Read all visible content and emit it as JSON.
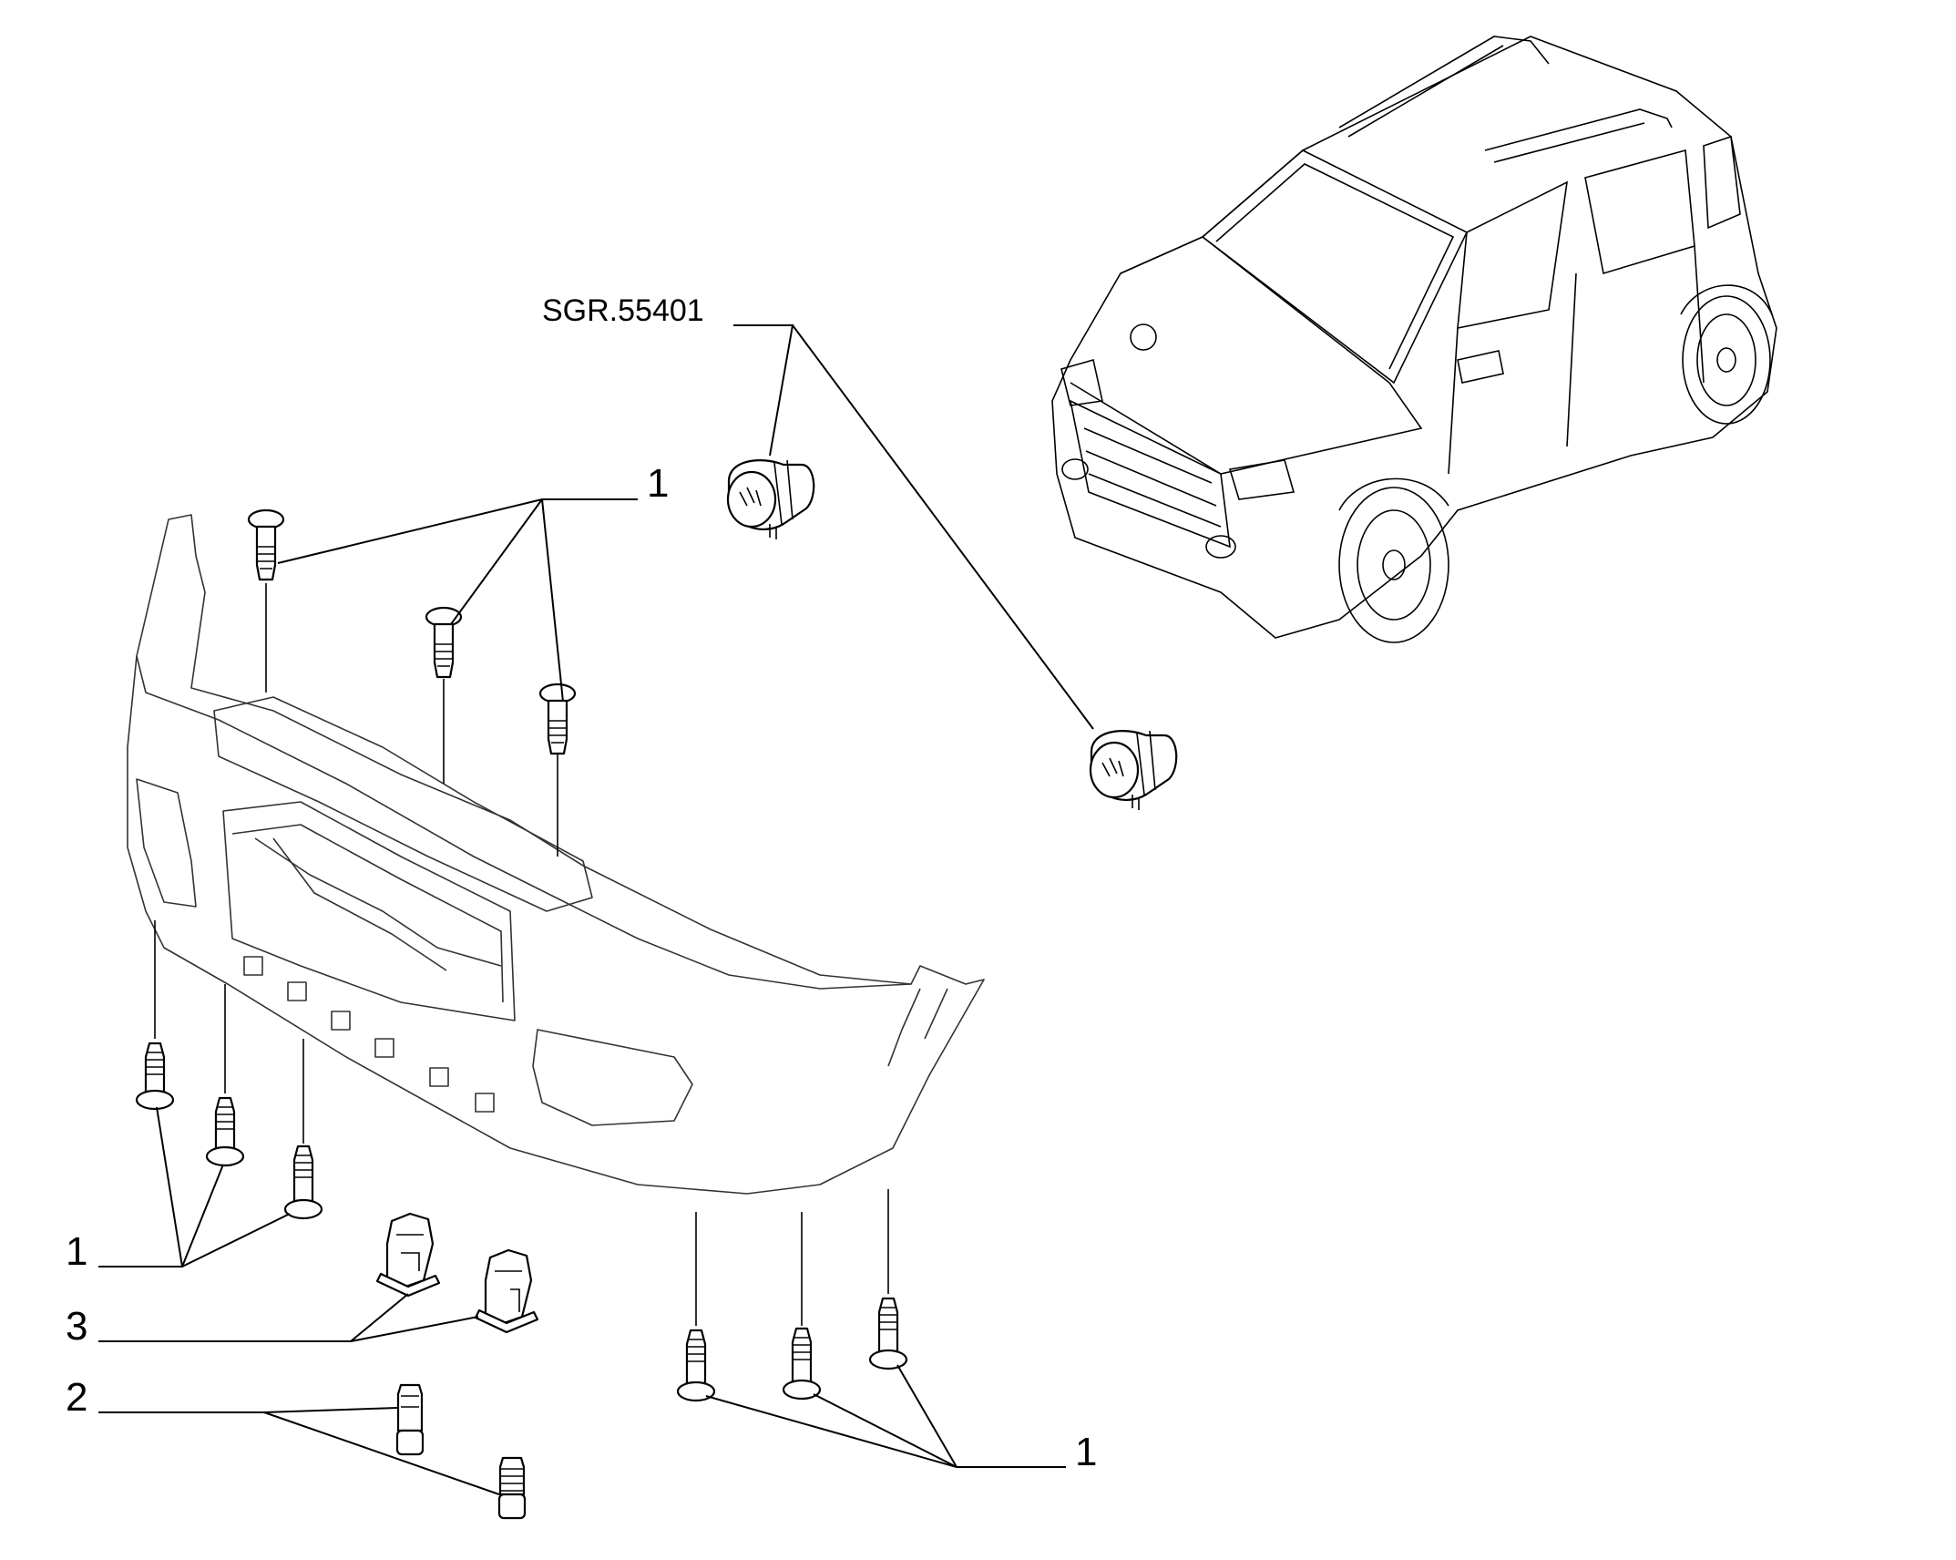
{
  "diagram": {
    "ref_label": "SGR.55401",
    "callouts": {
      "top_screws": "1",
      "left_screws": "1",
      "clips": "3",
      "bolts": "2",
      "bottom_screws": "1"
    }
  }
}
